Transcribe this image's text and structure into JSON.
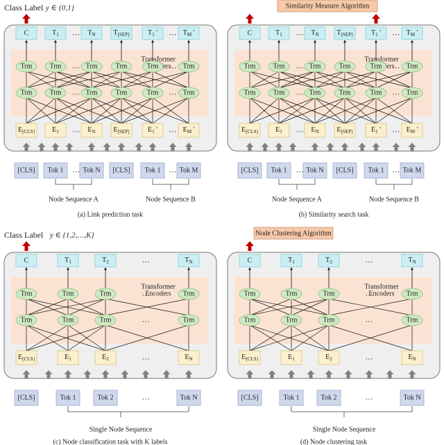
{
  "colors": {
    "token_fill": "#cfd8ec",
    "token_stroke": "#9aa8c8",
    "embed_fill": "#fbefcc",
    "embed_stroke": "#d8c487",
    "output_fill": "#c9eef3",
    "output_stroke": "#86cfd9",
    "trm_fill": "#cfe9c4",
    "trm_stroke": "#8cc27a",
    "encoder_band": "#fbe3d3",
    "panel_fill": "#efefef",
    "panel_stroke": "#777777",
    "algo_fill": "#f7c9a8",
    "arrow_red": "#c00000",
    "arrow_gray": "#808080"
  },
  "panels": [
    {
      "id": "a",
      "header_type": "label",
      "header_text": "Class Label",
      "header_math": "y ∈ {0,1}",
      "outputs": [
        "C",
        "T1",
        "…",
        "TN",
        "T[SEP]",
        "T1'",
        "…",
        "TM'"
      ],
      "embeddings": [
        "E[CLS]",
        "E1",
        "…",
        "EN",
        "E[SEP]",
        "E1'",
        "…",
        "EM'"
      ],
      "tokens": [
        "[CLS]",
        "Tok 1",
        "…",
        "Tok N",
        "[CLS]",
        "Tok 1",
        "…",
        "Tok M"
      ],
      "encoder_label": "Transformer\nEncoders",
      "sequences": [
        "Node Sequence A",
        "Node Sequence B"
      ],
      "caption": "(a)  Link prediction task"
    },
    {
      "id": "b",
      "header_type": "algo",
      "header_text": "Similarity Measure Algorithm",
      "outputs": [
        "C",
        "T1",
        "…",
        "TN",
        "T[SEP]",
        "T1'",
        "…",
        "TM'"
      ],
      "embeddings": [
        "E[CLS]",
        "E1",
        "…",
        "EN",
        "E[SEP]",
        "E1'",
        "…",
        "EM'"
      ],
      "tokens": [
        "[CLS]",
        "Tok 1",
        "…",
        "Tok N",
        "[CLS]",
        "Tok 1",
        "…",
        "Tok M"
      ],
      "encoder_label": "Transformer\nEncoders",
      "sequences": [
        "Node Sequence A",
        "Node Sequence B"
      ],
      "caption": "(b)  Similarity search task"
    },
    {
      "id": "c",
      "header_type": "label",
      "header_text": "Class Label",
      "header_math": "y ∈ {1,2,…,K}",
      "outputs": [
        "C",
        "T1",
        "T2",
        "…",
        "TN"
      ],
      "embeddings": [
        "E[CLS]",
        "E1",
        "E2",
        "…",
        "EN"
      ],
      "tokens": [
        "[CLS]",
        "Tok 1",
        "Tok 2",
        "…",
        "Tok N"
      ],
      "encoder_label": "Transformer\nEncoders",
      "sequences": [
        "Single Node Sequence"
      ],
      "caption": "(c)  Node classification task with K labels"
    },
    {
      "id": "d",
      "header_type": "algo",
      "header_text": "Node Clustering Algorithm",
      "outputs": [
        "C",
        "T1",
        "T2",
        "…",
        "TN"
      ],
      "embeddings": [
        "E[CLS]",
        "E1",
        "E2",
        "…",
        "EN"
      ],
      "tokens": [
        "[CLS]",
        "Tok 1",
        "Tok 2",
        "…",
        "Tok N"
      ],
      "encoder_label": "Transformer\nEncoders",
      "sequences": [
        "Single Node Sequence"
      ],
      "caption": "(d)  Node clustering task"
    }
  ],
  "trm_label": "Trm"
}
